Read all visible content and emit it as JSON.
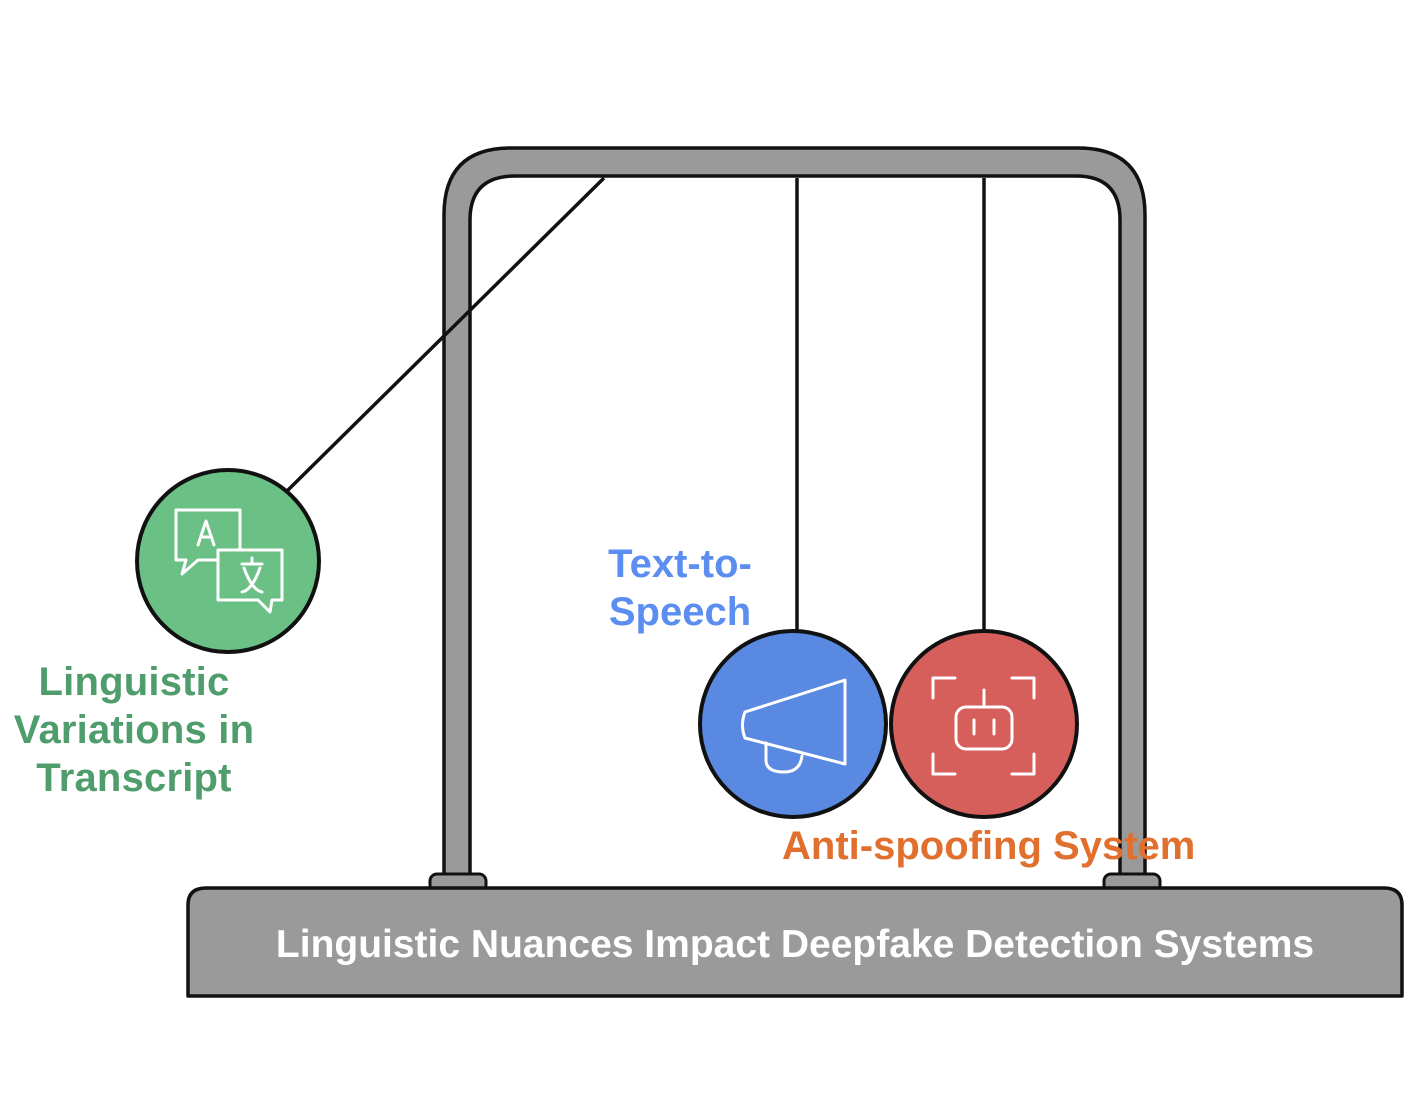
{
  "title": "Linguistic Nuances Impact Deepfake Detection Systems",
  "nodes": [
    {
      "id": "linguistic",
      "label": "Linguistic\nVariations in\nTranscript",
      "icon": "translate-icon",
      "color": "#6ac085",
      "label_color": "#4f9c6c"
    },
    {
      "id": "tts",
      "label": "Text-to-\nSpeech",
      "icon": "megaphone-icon",
      "color": "#5a89e2",
      "label_color": "#5b8ef0"
    },
    {
      "id": "antispoof",
      "label": "Anti-spoofing System",
      "icon": "robot-face-scan-icon",
      "color": "#d65f5b",
      "label_color": "#e1702f"
    }
  ],
  "colors": {
    "frame": "#9a9a9a",
    "outline": "#111111",
    "base_text": "#ffffff"
  }
}
